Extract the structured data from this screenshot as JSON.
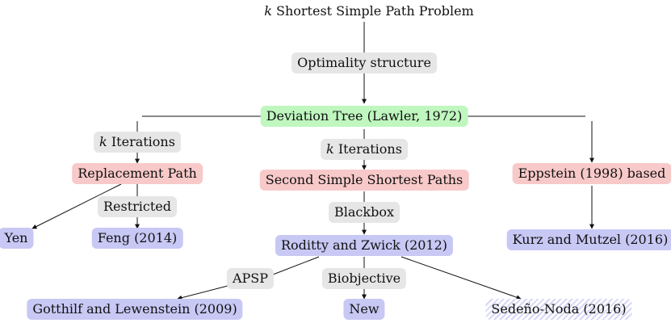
{
  "diagram": {
    "title": "Shortest Simple Path Problem",
    "title_k": "k",
    "optimality_structure": "Optimality structure",
    "deviation_tree": "Deviation Tree (Lawler, 1972)",
    "k_iterations_left": "Iterations",
    "k_iterations_center": "Iterations",
    "k_var": "k",
    "replacement_path": "Replacement Path",
    "restricted": "Restricted",
    "yen": "Yen",
    "feng": "Feng (2014)",
    "second_simple": "Second Simple Shortest Paths",
    "blackbox": "Blackbox",
    "roditty": "Roditty and Zwick (2012)",
    "apsp": "APSP",
    "biobjective": "Biobjective",
    "gotthilf": "Gotthilf and Lewenstein (2009)",
    "new": "New",
    "sedeno": "Sedeño-Noda (2016)",
    "eppstein": "Eppstein (1998) based",
    "kurz": "Kurz and Mutzel (2016)",
    "colors": {
      "gray": "#e6e6e6",
      "green": "#bff7bf",
      "red": "#f8c9c9",
      "blue": "#c8c8f5",
      "line": "#111111"
    }
  }
}
